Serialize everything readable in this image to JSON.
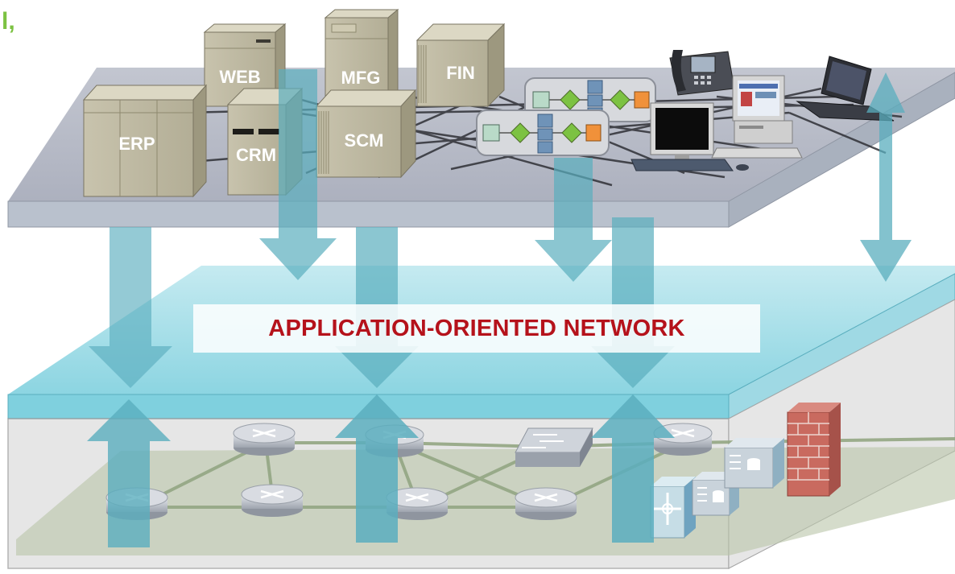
{
  "corner_mark": "l,",
  "banner": {
    "title": "APPLICATION-ORIENTED NETWORK"
  },
  "servers": {
    "erp": "ERP",
    "web": "WEB",
    "crm": "CRM",
    "mfg": "MFG",
    "scm": "SCM",
    "fin": "FIN"
  },
  "colors": {
    "banner_text": "#b5121b",
    "corner_mark": "#7cc242",
    "arrow": "#5aaebe",
    "network_band": "#7fd0de",
    "firewall": "#c96a5f"
  }
}
